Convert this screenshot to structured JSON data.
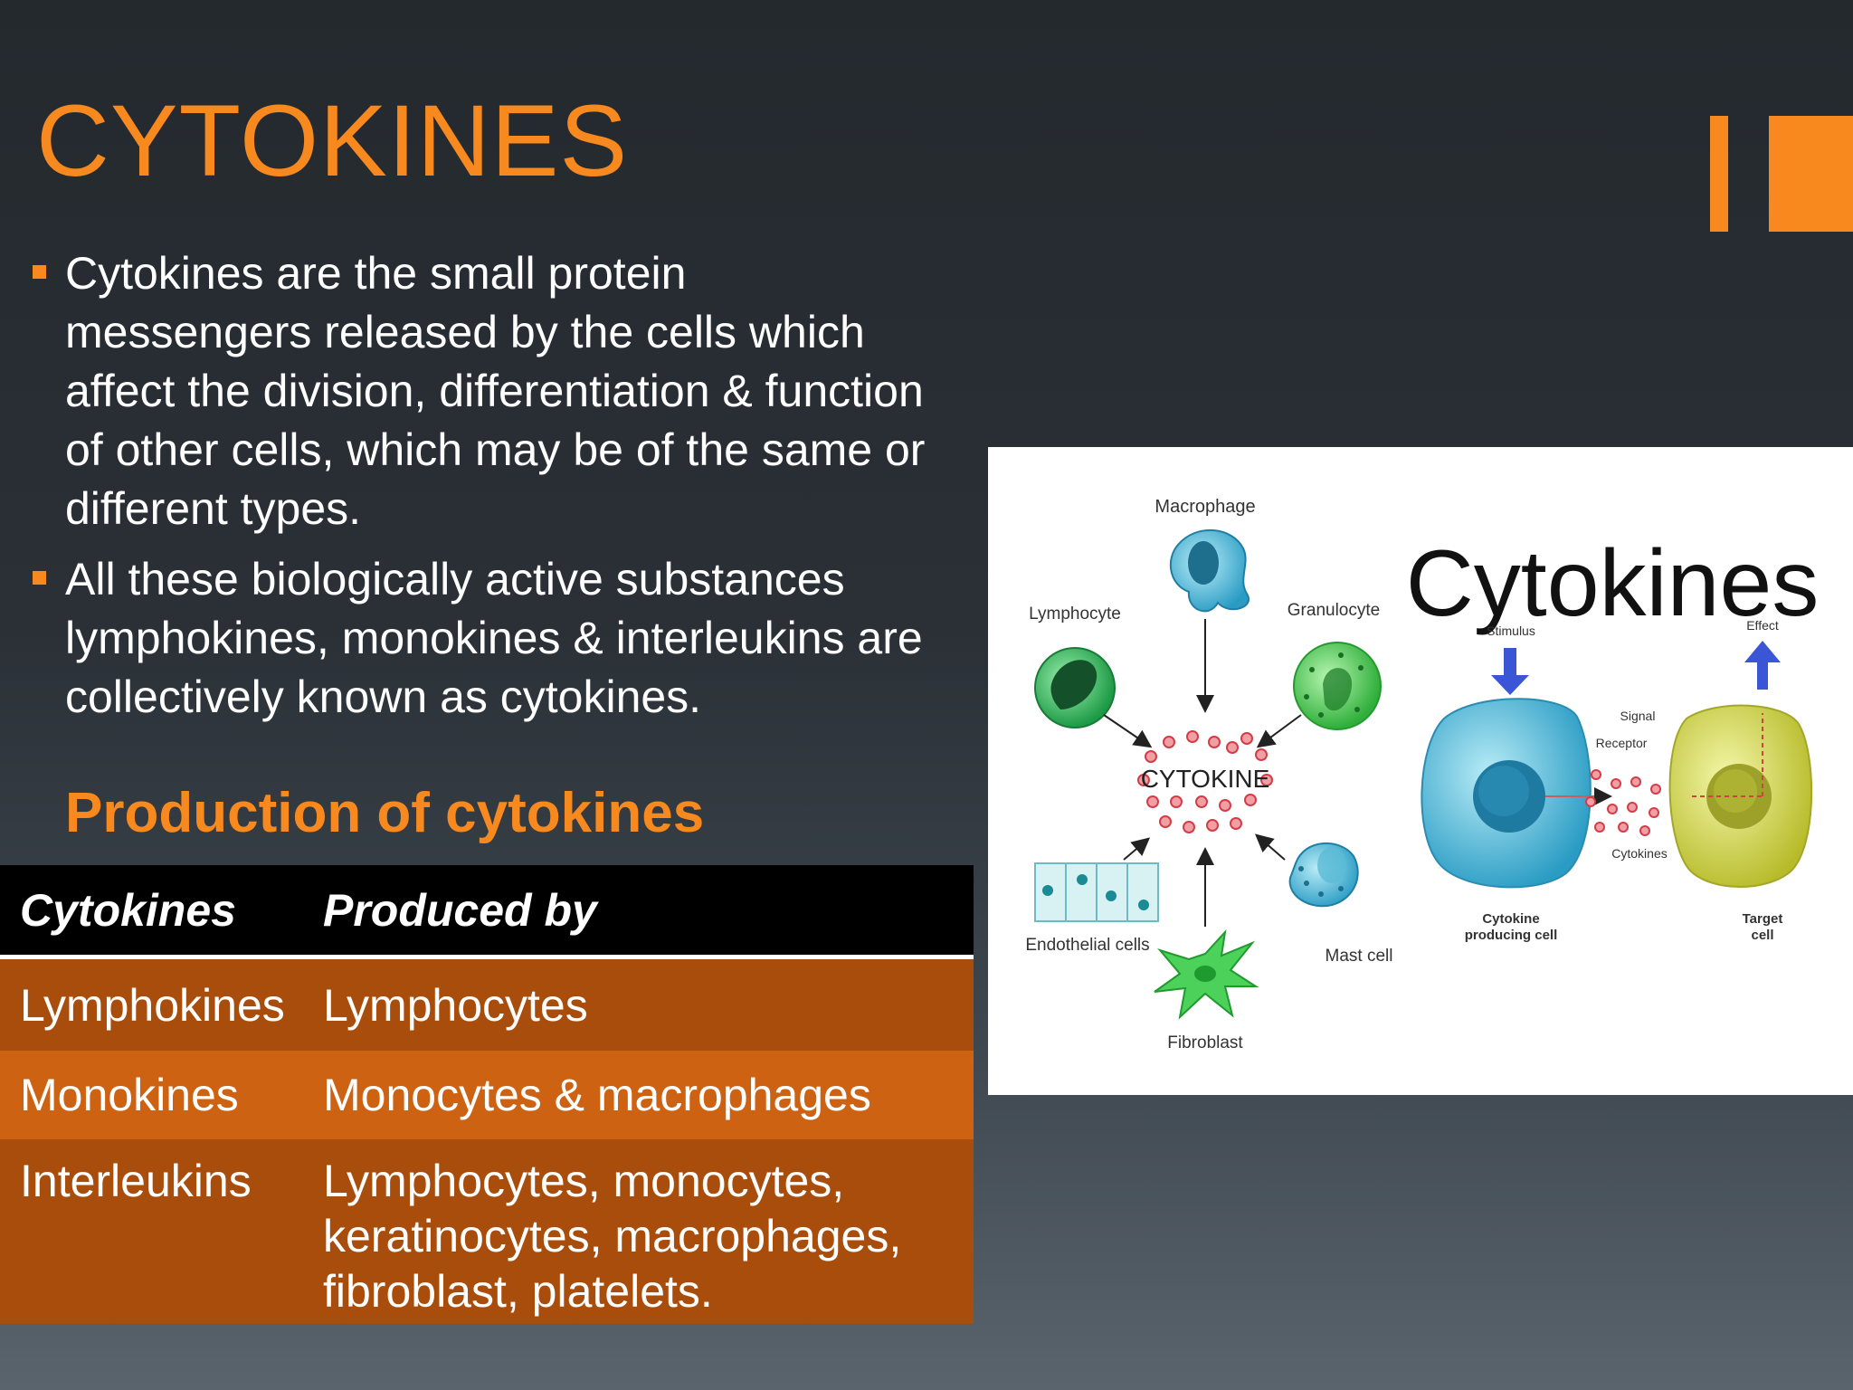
{
  "slide": {
    "title": "CYTOKINES",
    "bullets": [
      "Cytokines are the small protein messengers released by the cells which affect the division, differentiation & function of other cells, which may be of the same or different types.",
      "All these biologically active substances lymphokines, monokines & interleukins are collectively known as cytokines."
    ],
    "subheading": "Production of cytokines",
    "accent_color": "#f7891e"
  },
  "table": {
    "headers": [
      "Cytokines",
      "Produced by"
    ],
    "rows": [
      [
        "Lymphokines",
        "Lymphocytes"
      ],
      [
        "Monokines",
        "Monocytes & macrophages"
      ],
      [
        "Interleukins",
        "Lymphocytes, monocytes, keratinocytes, macrophages, fibroblast, platelets."
      ]
    ]
  },
  "figure": {
    "heading": "Cytokines",
    "center_label": "CYTOKINE",
    "cells": {
      "macrophage": "Macrophage",
      "lymphocyte": "Lymphocyte",
      "granulocyte": "Granulocyte",
      "endothelial": "Endothelial cells",
      "mast": "Mast cell",
      "fibroblast": "Fibroblast"
    },
    "signaling": {
      "stimulus": "Stimulus",
      "effect": "Effect",
      "signal": "Signal",
      "receptor": "Receptor",
      "cytokines": "Cytokines",
      "producing_cell": [
        "Cytokine",
        "producing cell"
      ],
      "target_cell": [
        "Target",
        "cell"
      ]
    }
  }
}
